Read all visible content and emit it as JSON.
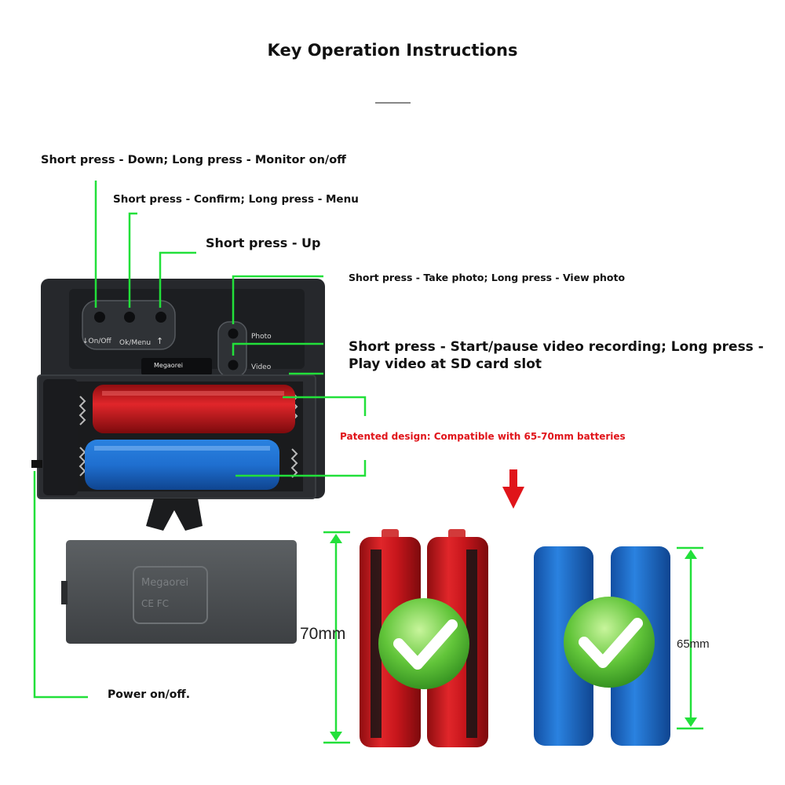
{
  "title": "Key Operation Instructions",
  "labels": {
    "down_monitor": "Short press - Down; Long press - Monitor on/off",
    "confirm_menu": "Short press - Confirm; Long press - Menu",
    "up": "Short press - Up",
    "photo": "Short press - Take photo; Long press - View photo",
    "video_line1": "Short press - Start/pause video recording; Long press -",
    "video_line2": "Play video at SD card slot",
    "patent": "Patented design: Compatible with 65-70mm batteries",
    "power": "Power on/off."
  },
  "device": {
    "btn_onoff": "On/Off",
    "btn_okmenu": "Ok/Menu",
    "btn_photo": "Photo",
    "btn_video": "Video",
    "brand": "Megaorei",
    "cover_brand": "Megaorei",
    "cover_marks": "CE FC"
  },
  "dimensions": {
    "tall": "70mm",
    "short": "65mm"
  },
  "colors": {
    "leader_green": "#22e03a",
    "warning_red": "#e0141a",
    "battery_red": "#c8161c",
    "battery_blue": "#1f6fd0",
    "device_body": "#2b2d31"
  }
}
